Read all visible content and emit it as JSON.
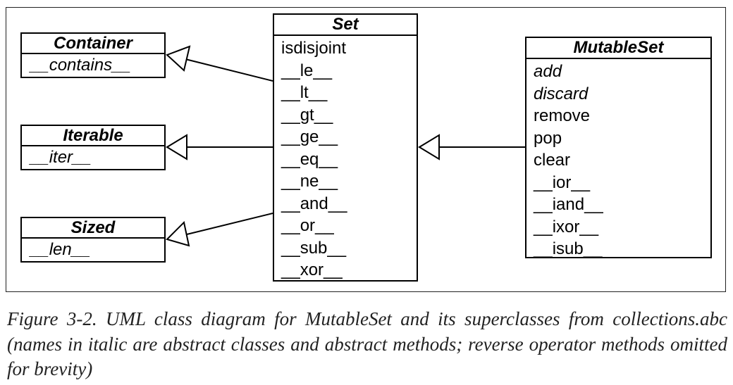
{
  "diagram": {
    "classes": {
      "container": {
        "name": "Container",
        "members": [
          {
            "text": "__contains__",
            "abstract": true
          }
        ]
      },
      "iterable": {
        "name": "Iterable",
        "members": [
          {
            "text": "__iter__",
            "abstract": true
          }
        ]
      },
      "sized": {
        "name": "Sized",
        "members": [
          {
            "text": "__len__",
            "abstract": true
          }
        ]
      },
      "set": {
        "name": "Set",
        "members": [
          {
            "text": "isdisjoint",
            "abstract": false
          },
          {
            "text": "__le__",
            "abstract": false
          },
          {
            "text": "__lt__",
            "abstract": false
          },
          {
            "text": "__gt__",
            "abstract": false
          },
          {
            "text": "__ge__",
            "abstract": false
          },
          {
            "text": "__eq__",
            "abstract": false
          },
          {
            "text": "__ne__",
            "abstract": false
          },
          {
            "text": "__and__",
            "abstract": false
          },
          {
            "text": "__or__",
            "abstract": false
          },
          {
            "text": "__sub__",
            "abstract": false
          },
          {
            "text": "__xor__",
            "abstract": false
          }
        ]
      },
      "mutableset": {
        "name": "MutableSet",
        "members": [
          {
            "text": "add",
            "abstract": true
          },
          {
            "text": "discard",
            "abstract": true
          },
          {
            "text": "remove",
            "abstract": false
          },
          {
            "text": "pop",
            "abstract": false
          },
          {
            "text": "clear",
            "abstract": false
          },
          {
            "text": "__ior__",
            "abstract": false
          },
          {
            "text": "__iand__",
            "abstract": false
          },
          {
            "text": "__ixor__",
            "abstract": false
          },
          {
            "text": "__isub__",
            "abstract": false
          }
        ]
      }
    },
    "relations": [
      {
        "from": "Set",
        "to": "Container",
        "type": "generalization"
      },
      {
        "from": "Set",
        "to": "Iterable",
        "type": "generalization"
      },
      {
        "from": "Set",
        "to": "Sized",
        "type": "generalization"
      },
      {
        "from": "MutableSet",
        "to": "Set",
        "type": "generalization"
      }
    ]
  },
  "caption": "Figure 3-2. UML class diagram for MutableSet and its superclasses from collections.abc (names in italic are abstract classes and abstract methods; reverse operator methods omitted for brevity)"
}
